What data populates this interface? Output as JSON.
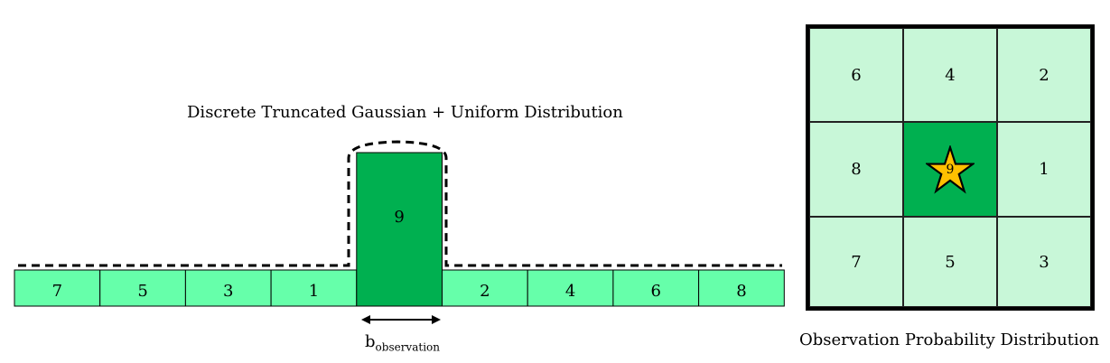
{
  "left_panel": {
    "title": "Discrete Truncated Gaussian + Uniform Distribution",
    "cells": [
      "7",
      "5",
      "3",
      "1",
      "9",
      "2",
      "4",
      "6",
      "8"
    ],
    "peak_index": 4,
    "bandwidth_label_main": "b",
    "bandwidth_label_sub": "observation"
  },
  "right_panel": {
    "title": "Observation Probability Distribution",
    "grid": [
      [
        "6",
        "4",
        "2"
      ],
      [
        "8",
        "9",
        "1"
      ],
      [
        "7",
        "5",
        "3"
      ]
    ],
    "center_marker": "star-icon"
  },
  "colors": {
    "strip_cell": "#66ffaa",
    "peak_cell": "#00b050",
    "grid_light": "#c8f7d8",
    "grid_center": "#00b050",
    "star_fill": "#ffc000"
  }
}
